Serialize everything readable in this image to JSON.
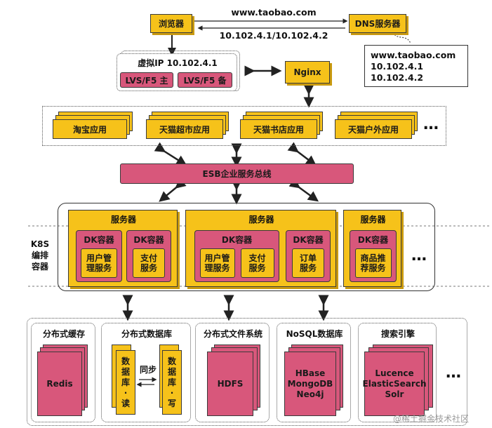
{
  "top": {
    "browser": "浏览器",
    "dns": "DNS服务器",
    "domain": "www.taobao.com",
    "ips": "10.102.4.1/10.102.4.2",
    "dns_record": {
      "domain": "www.taobao.com",
      "ip1": "10.102.4.1",
      "ip2": "10.102.4.2"
    }
  },
  "lb": {
    "vip": "虚拟IP 10.102.4.1",
    "lvs_master": "LVS/F5 主",
    "lvs_backup": "LVS/F5 备",
    "nginx": "Nginx"
  },
  "apps": [
    "淘宝应用",
    "天猫超市应用",
    "天猫书店应用",
    "天猫户外应用"
  ],
  "ellipsis": "…",
  "esb": "ESB企业服务总线",
  "k8s": {
    "line1": "K8S",
    "line2": "编排",
    "line3": "容器"
  },
  "servers": [
    {
      "label": "服务器",
      "containers": [
        {
          "label": "DK容器",
          "service": [
            "用户管",
            "理服务"
          ]
        },
        {
          "label": "DK容器",
          "service": [
            "支付",
            "服务"
          ]
        }
      ]
    },
    {
      "label": "服务器",
      "containers": [
        {
          "label": "DK容器",
          "services": [
            [
              "用户管",
              "理服务"
            ],
            [
              "支付",
              "服务"
            ]
          ]
        },
        {
          "label": "DK容器",
          "service": [
            "订单",
            "服务"
          ]
        }
      ]
    },
    {
      "label": "服务器",
      "containers": [
        {
          "label": "DK容器",
          "service": [
            "商品推",
            "荐服务"
          ]
        }
      ]
    }
  ],
  "storage": [
    {
      "title": "分布式缓存",
      "content": "Redis"
    },
    {
      "title": "分布式数据库",
      "read": [
        "数",
        "据",
        "库",
        "·",
        "读"
      ],
      "write": [
        "数",
        "据",
        "库",
        "·",
        "写"
      ],
      "sync": "同步"
    },
    {
      "title": "分布式文件系统",
      "content": "HDFS"
    },
    {
      "title": "NoSQL数据库",
      "lines": [
        "HBase",
        "MongoDB",
        "Neo4j"
      ]
    },
    {
      "title": "搜索引擎",
      "lines": [
        "Lucence",
        "ElasticSearch",
        "Solr"
      ]
    }
  ],
  "watermark": "@稀土掘金技术社区"
}
